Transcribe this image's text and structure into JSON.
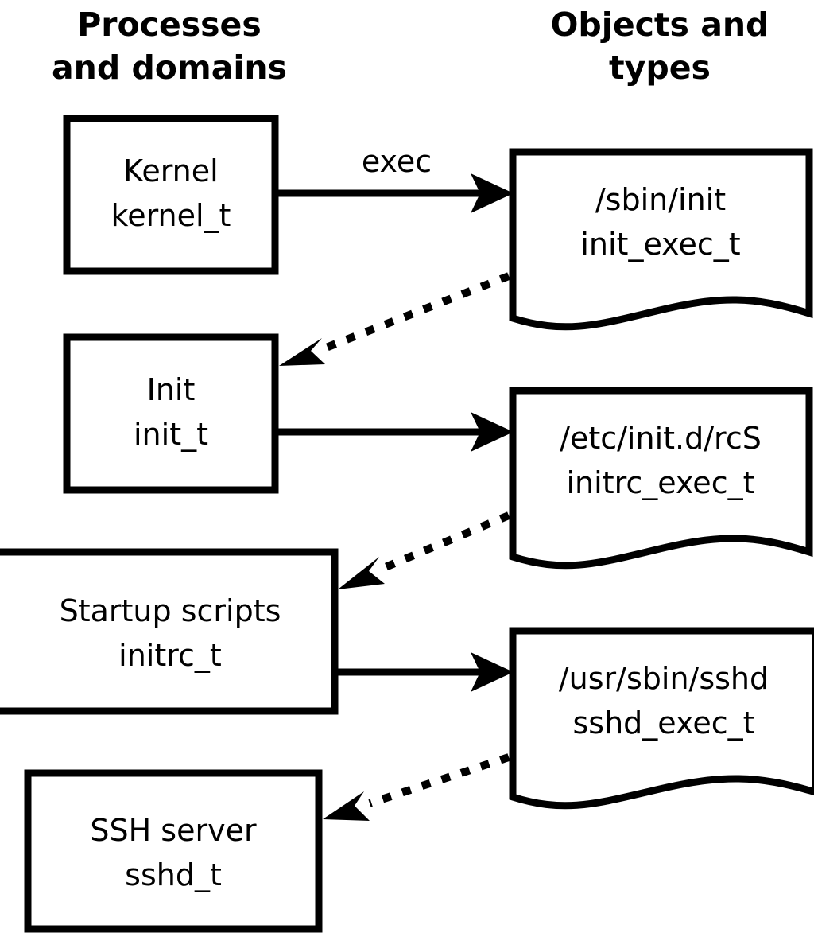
{
  "figure": {
    "title": "SELinux process domains and object types transition diagram",
    "background_color": "#ffffff",
    "stroke_color": "#000000"
  },
  "headings": {
    "left": {
      "line1": "Processes",
      "line2": "and domains"
    },
    "right": {
      "line1": "Objects and",
      "line2": "types"
    }
  },
  "process_nodes": [
    {
      "name": "kernel",
      "line1": "Kernel",
      "line2": "kernel_t"
    },
    {
      "name": "init",
      "line1": "Init",
      "line2": "init_t"
    },
    {
      "name": "startup-scripts",
      "line1": "Startup scripts",
      "line2": "initrc_t"
    },
    {
      "name": "ssh-server",
      "line1": "SSH server",
      "line2": "sshd_t"
    }
  ],
  "object_nodes": [
    {
      "name": "sbin-init",
      "line1": "/sbin/init",
      "line2": "init_exec_t"
    },
    {
      "name": "etc-initd-rcs",
      "line1": "/etc/init.d/rcS",
      "line2": "initrc_exec_t"
    },
    {
      "name": "usr-sbin-sshd",
      "line1": "/usr/sbin/sshd",
      "line2": "sshd_exec_t"
    }
  ],
  "edges": [
    {
      "name": "kernel-exec-init-exec-t",
      "label": "exec",
      "style": "solid",
      "from": "kernel",
      "to": "sbin-init"
    },
    {
      "name": "init-exec-t-transition-init-t",
      "label": "",
      "style": "dotted",
      "from": "sbin-init",
      "to": "init"
    },
    {
      "name": "init-exec-initrc-exec-t",
      "label": "",
      "style": "solid",
      "from": "init",
      "to": "etc-initd-rcs"
    },
    {
      "name": "initrc-exec-t-transition-initrc-t",
      "label": "",
      "style": "dotted",
      "from": "etc-initd-rcs",
      "to": "startup-scripts"
    },
    {
      "name": "initrc-exec-sshd-exec-t",
      "label": "",
      "style": "solid",
      "from": "startup-scripts",
      "to": "usr-sbin-sshd"
    },
    {
      "name": "sshd-exec-t-transition-sshd-t",
      "label": "",
      "style": "dotted",
      "from": "usr-sbin-sshd",
      "to": "ssh-server"
    }
  ]
}
